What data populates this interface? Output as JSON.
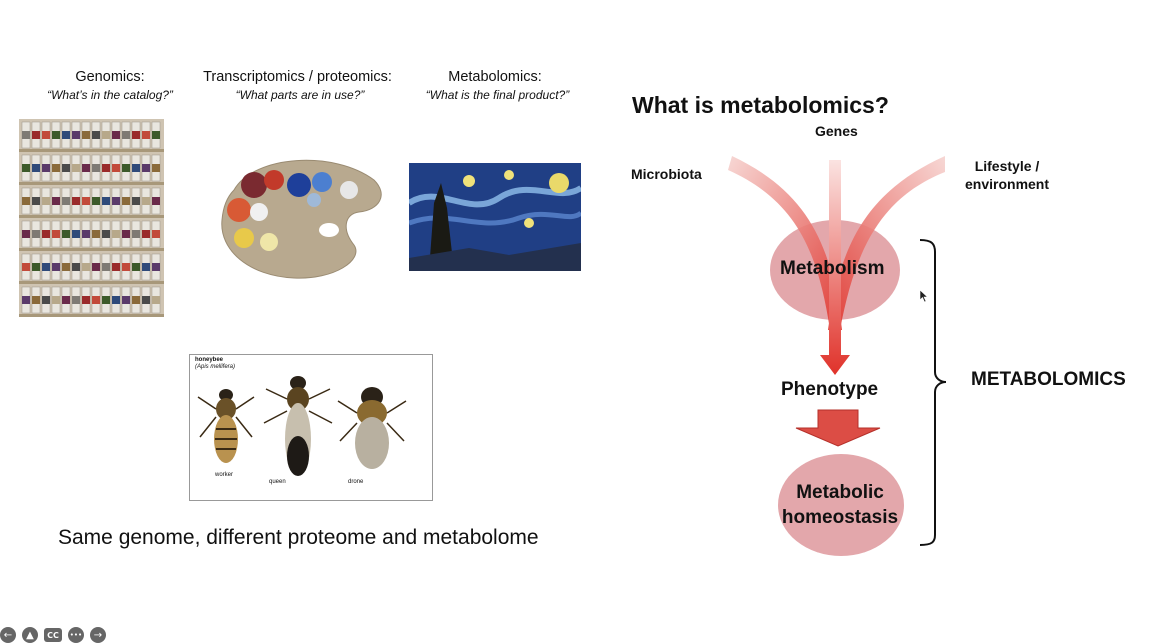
{
  "left": {
    "columns": [
      {
        "title": "Genomics:",
        "subtitle": "“What’s in the catalog?”"
      },
      {
        "title": "Transcriptomics / proteomics:",
        "subtitle": "“What parts are in use?”"
      },
      {
        "title": "Metabolomics:",
        "subtitle": "“What is the final product?”"
      }
    ],
    "bee_figure": {
      "title": "honeybee",
      "species": "(Apis mellifera)",
      "labels": [
        "worker",
        "queen",
        "drone"
      ]
    },
    "caption": "Same genome, different proteome and metabolome"
  },
  "right": {
    "title": "What is metabolomics?",
    "inputs": {
      "genes": "Genes",
      "microbiota": "Microbiota",
      "lifestyle_line1": "Lifestyle /",
      "lifestyle_line2": "environment"
    },
    "metabolism": "Metabolism",
    "phenotype": "Phenotype",
    "homeostasis_line1": "Metabolic",
    "homeostasis_line2": "homeostasis",
    "bracket_label": "METABOLOMICS"
  },
  "colors": {
    "arrow_red": "#e0322a",
    "ellipse": "#d98a8f",
    "accent": "#c94040"
  },
  "toolbar": {
    "buttons": [
      {
        "icon": "back-arrow-icon",
        "glyph": "←"
      },
      {
        "icon": "pointer-icon",
        "glyph": "▲"
      },
      {
        "icon": "closed-caption-icon",
        "glyph": "CC"
      },
      {
        "icon": "more-icon",
        "glyph": "•••"
      },
      {
        "icon": "forward-arrow-icon",
        "glyph": "→"
      }
    ]
  }
}
